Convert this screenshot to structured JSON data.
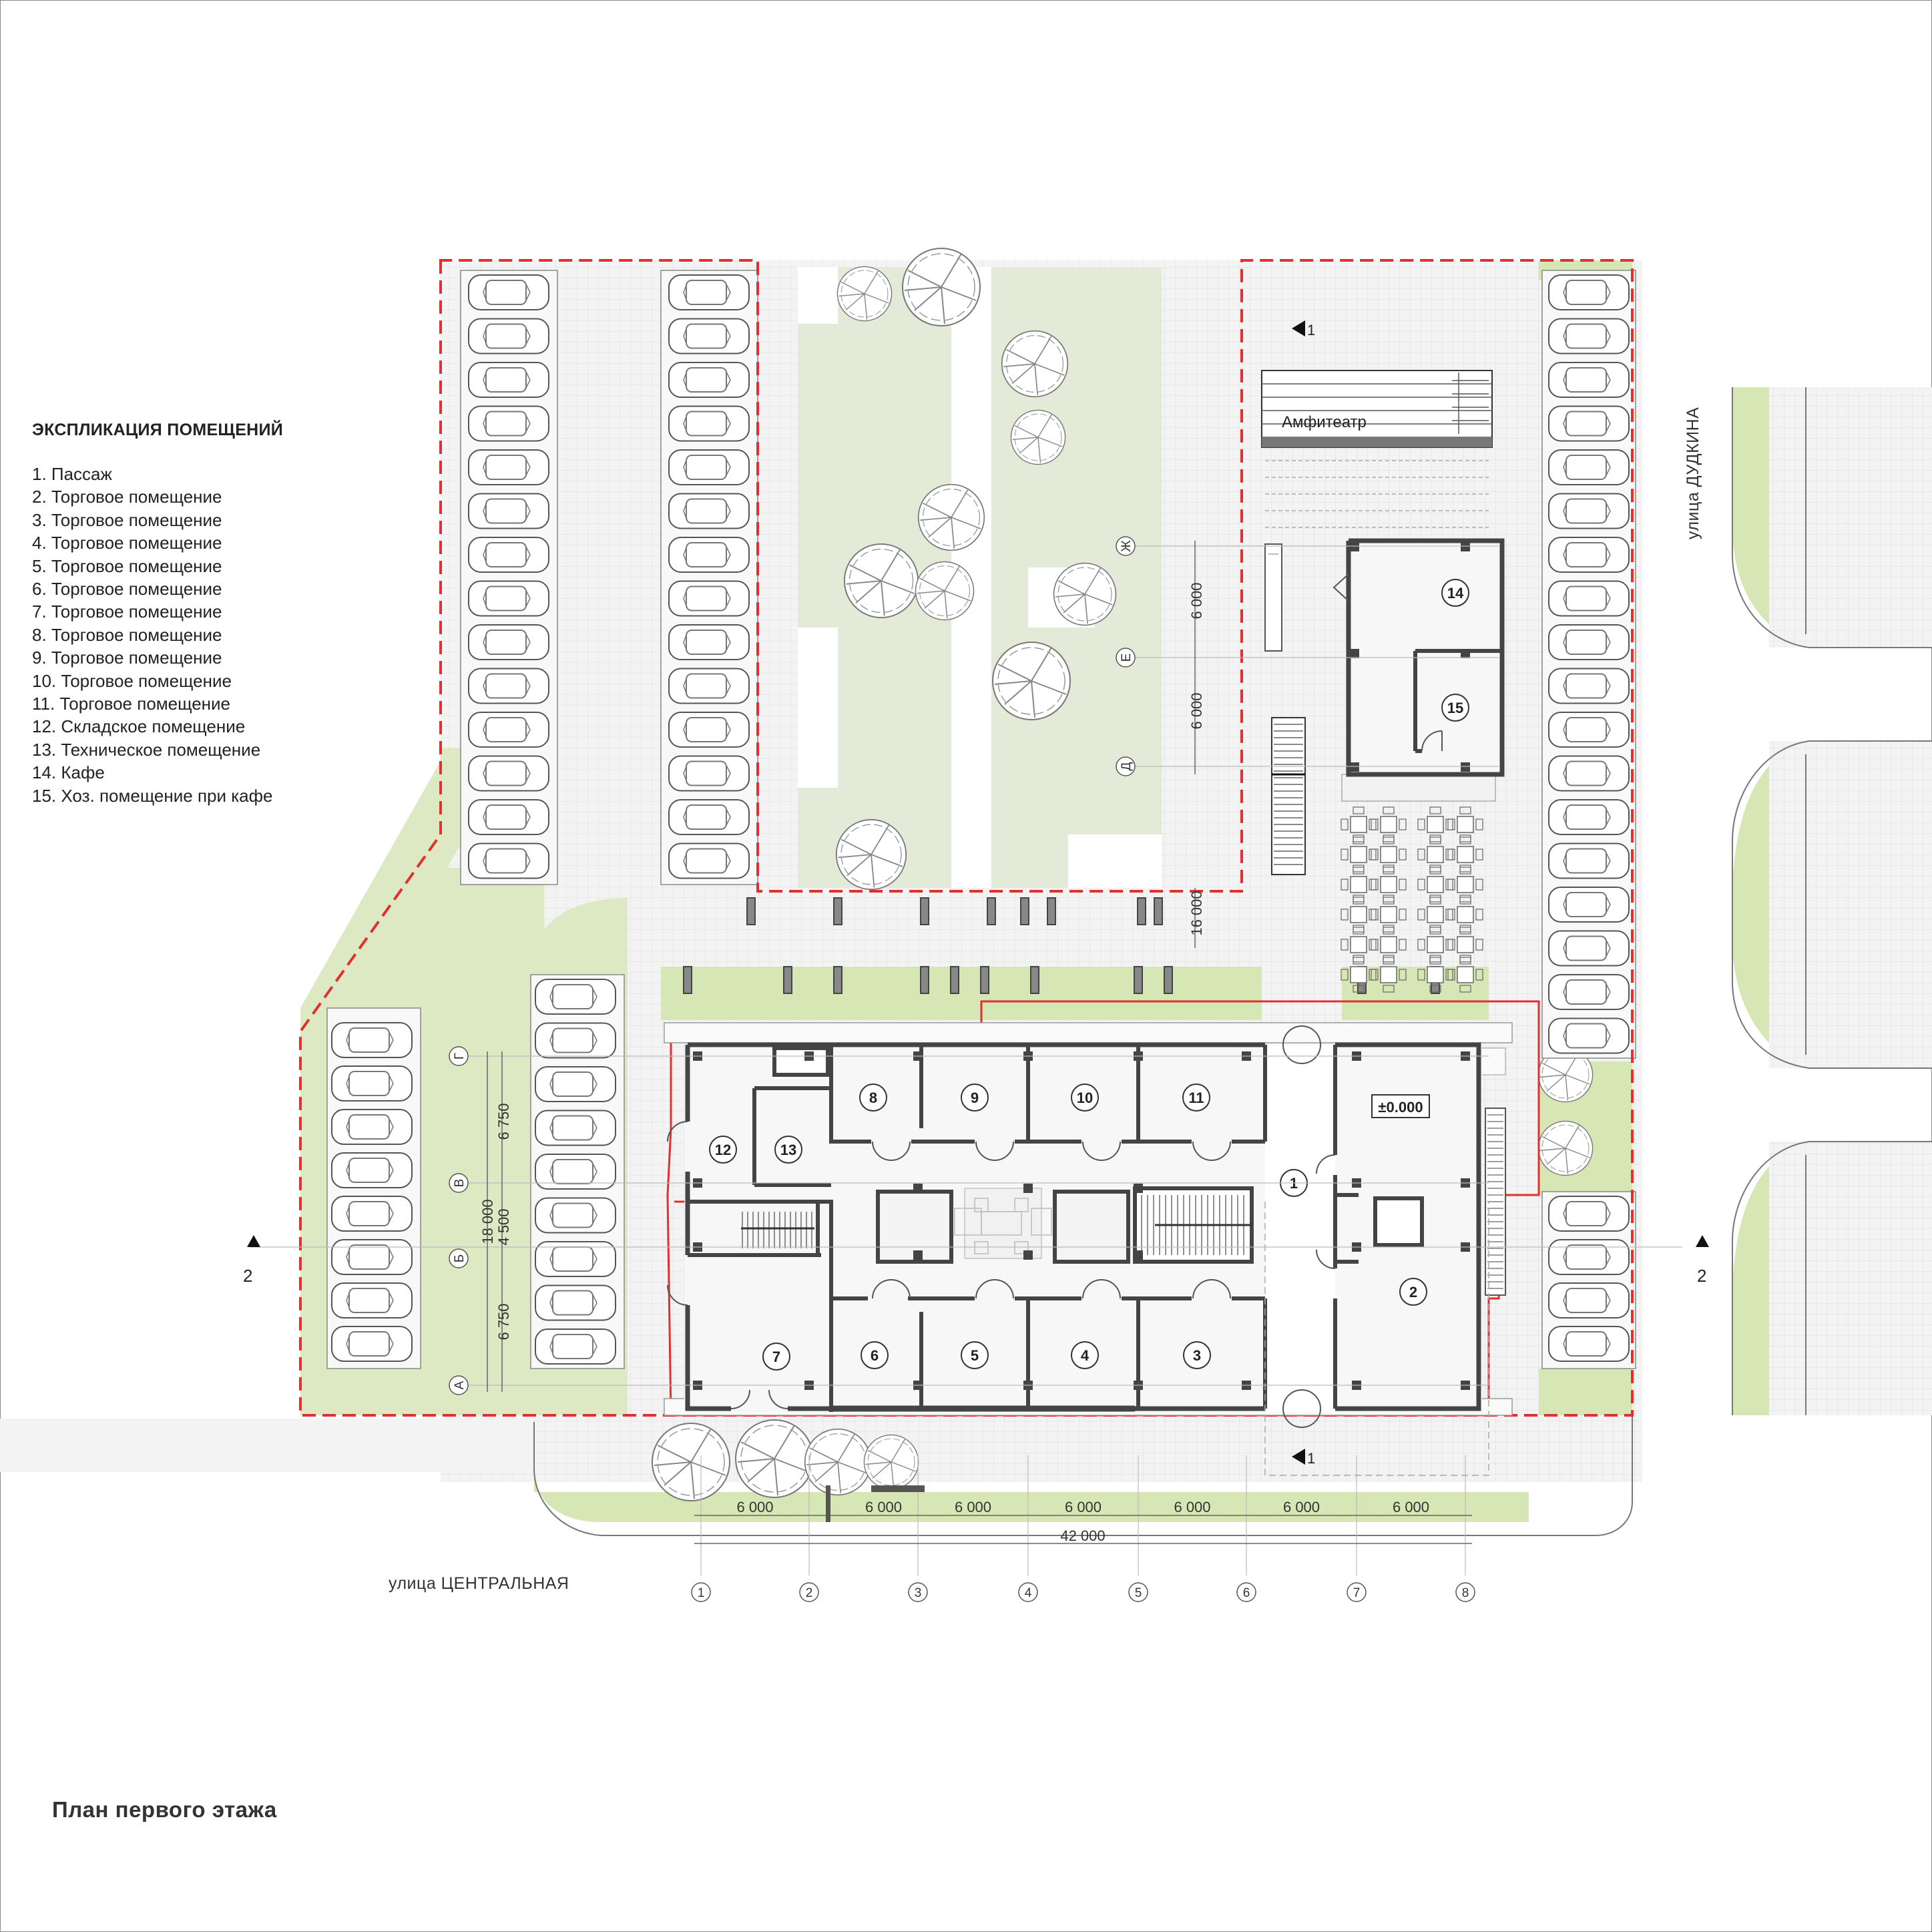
{
  "legend": {
    "title": "ЭКСПЛИКАЦИЯ ПОМЕЩЕНИЙ",
    "items": [
      "1. Пассаж",
      "2. Торговое помещение",
      "3. Торговое помещение",
      "4. Торговое помещение",
      "5. Торговое помещение",
      "6. Торговое помещение",
      "7. Торговое помещение",
      "8. Торговое помещение",
      "9. Торговое помещение",
      "10. Торговое помещение",
      "11. Торговое помещение",
      "12. Складское помещение",
      "13. Техническое помещение",
      "14. Кафе",
      "15. Хоз. помещение при кафе"
    ]
  },
  "title": "План первого этажа",
  "streets": {
    "central": "улица ЦЕНТРАЛЬНАЯ",
    "dudkina": "улица ДУДКИНА"
  },
  "labels": {
    "amphitheater": "Амфитеатр",
    "level": "±0.000",
    "section1": "1",
    "section2": "2"
  },
  "rooms": [
    "1",
    "2",
    "3",
    "4",
    "5",
    "6",
    "7",
    "8",
    "9",
    "10",
    "11",
    "12",
    "13",
    "14",
    "15"
  ],
  "axes": {
    "columns": [
      "1",
      "2",
      "3",
      "4",
      "5",
      "6",
      "7",
      "8"
    ],
    "rows_main": [
      "Г",
      "В",
      "Б",
      "А"
    ],
    "rows_cafe": [
      "Ж",
      "Е",
      "Д"
    ]
  },
  "dimensions": {
    "bays": [
      "6 000",
      "6 000",
      "6 000",
      "6 000",
      "6 000",
      "6 000",
      "6 000"
    ],
    "total": "42 000",
    "left": [
      "6 750",
      "4 500",
      "6 750"
    ],
    "left_total": "18 000",
    "cafe": [
      "6 000",
      "6 000"
    ],
    "gap": "16 000"
  },
  "colors": {
    "green": "#dde9c2",
    "green_light": "#e3ead7",
    "red": "#e03030",
    "wall": "#444444",
    "paving": "#ececec"
  }
}
